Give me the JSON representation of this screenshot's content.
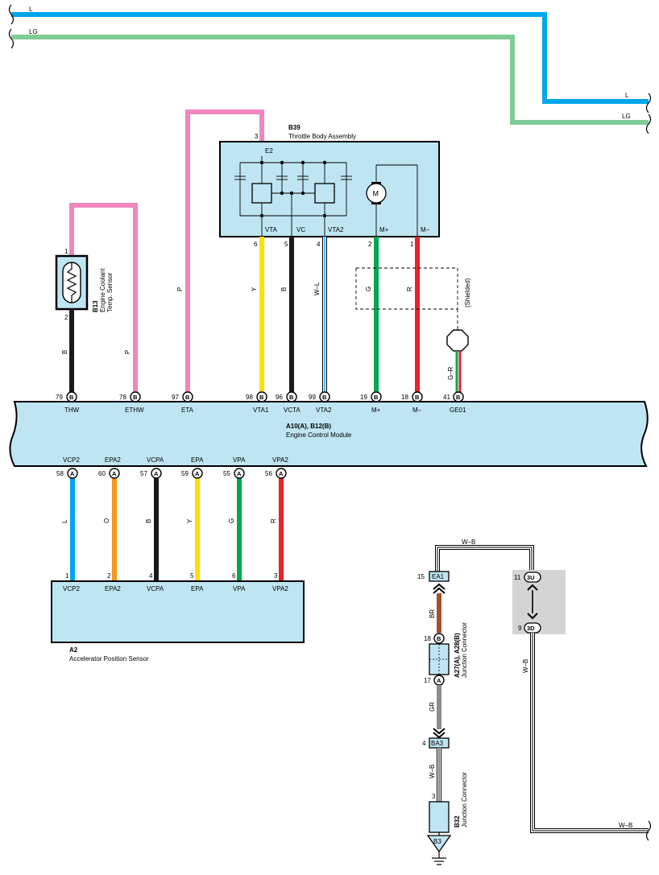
{
  "colors": {
    "L": "#00a6e8",
    "LG": "#7fcb95",
    "P": "#ef86bd",
    "B": "#1a1a1a",
    "Y": "#ffe100",
    "G": "#00a650",
    "R": "#e8232a",
    "O": "#f7931e",
    "BR": "#a0522d",
    "GR": "#8c8c8c",
    "component_fill": "#bfe5f3"
  },
  "top_wires": {
    "l_left": "L",
    "lg_left": "LG",
    "l_right": "L",
    "lg_right": "LG"
  },
  "throttle_body": {
    "code": "B39",
    "name": "Throttle Body Assembly",
    "top_pin": {
      "num": "3",
      "label": "E2"
    },
    "terminals": [
      {
        "num": "6",
        "label": "VTA",
        "wire": "Y"
      },
      {
        "num": "5",
        "label": "VC",
        "wire": "B"
      },
      {
        "num": "4",
        "label": "VTA2",
        "wire": "W–L"
      },
      {
        "num": "2",
        "label": "M+",
        "wire": "G"
      },
      {
        "num": "1",
        "label": "M–",
        "wire": "R"
      }
    ],
    "motor_symbol": "M",
    "e2_wire": "P"
  },
  "coolant_sensor": {
    "code": "B13",
    "name_line1": "Engine Coolant",
    "name_line2": "Temp. Sensor",
    "pin_top": "1",
    "pin_bottom": "2",
    "wire_bottom": "B",
    "wire_right": "P"
  },
  "shield": {
    "label": "(Shielded)",
    "wire": "G–R"
  },
  "ecm": {
    "code": "A10(A), B12(B)",
    "name": "Engine Control Module",
    "top_pins": [
      {
        "num": "79",
        "conn": "B",
        "label": "THW"
      },
      {
        "num": "78",
        "conn": "B",
        "label": "ETHW"
      },
      {
        "num": "97",
        "conn": "B",
        "label": "ETA"
      },
      {
        "num": "98",
        "conn": "B",
        "label": "VTA1"
      },
      {
        "num": "96",
        "conn": "B",
        "label": "VCTA"
      },
      {
        "num": "99",
        "conn": "B",
        "label": "VTA2"
      },
      {
        "num": "19",
        "conn": "B",
        "label": "M+"
      },
      {
        "num": "18",
        "conn": "B",
        "label": "M–"
      },
      {
        "num": "41",
        "conn": "B",
        "label": "GE01"
      }
    ],
    "bottom_pins": [
      {
        "num": "58",
        "conn": "A",
        "label": "VCP2",
        "wire": "L"
      },
      {
        "num": "60",
        "conn": "A",
        "label": "EPA2",
        "wire": "O"
      },
      {
        "num": "57",
        "conn": "A",
        "label": "VCPA",
        "wire": "B"
      },
      {
        "num": "59",
        "conn": "A",
        "label": "EPA",
        "wire": "Y"
      },
      {
        "num": "55",
        "conn": "A",
        "label": "VPA",
        "wire": "G"
      },
      {
        "num": "56",
        "conn": "A",
        "label": "VPA2",
        "wire": "R"
      }
    ]
  },
  "accel_sensor": {
    "code": "A2",
    "name": "Accelerator Position Sensor",
    "terminals": [
      {
        "num": "1",
        "label": "VCP2"
      },
      {
        "num": "2",
        "label": "EPA2"
      },
      {
        "num": "4",
        "label": "VCPA"
      },
      {
        "num": "5",
        "label": "EPA"
      },
      {
        "num": "6",
        "label": "VPA"
      },
      {
        "num": "3",
        "label": "VPA2"
      }
    ]
  },
  "ground_circuit": {
    "wb_top": "W–B",
    "ea1": {
      "num": "15",
      "label": "EA1"
    },
    "br_wire": "BR",
    "jc1": {
      "code": "A27(A), A28(B)",
      "name": "Junction Connector",
      "pin_top": "18",
      "pin_top_conn": "B",
      "pin_bottom": "17",
      "pin_bottom_conn": "A"
    },
    "gr_wire": "GR",
    "ba3": {
      "num": "4",
      "label": "BA3"
    },
    "wb_mid": "W–B",
    "jc2": {
      "code": "B32",
      "name": "Junction Connector",
      "pin": "3"
    },
    "ground": "B3",
    "splice_top": {
      "num": "11",
      "label": "3U"
    },
    "splice_bottom": {
      "num": "9",
      "label": "3D"
    },
    "wb_right": "W–B",
    "wb_bottom": "W–B"
  }
}
